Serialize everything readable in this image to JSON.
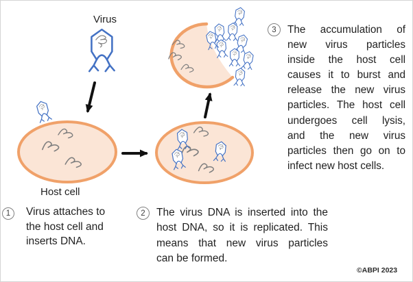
{
  "figure": {
    "virus_label": "Virus",
    "host_cell_label": "Host cell"
  },
  "steps": [
    {
      "number": "1",
      "text": "Virus attaches to the host cell and inserts DNA.",
      "lines": [
        "Virus attaches to",
        "the host cell and",
        "inserts DNA."
      ]
    },
    {
      "number": "2",
      "text": "The virus DNA is inserted into the host DNA, so it is replicated. This means that new virus particles can be formed.",
      "lines": [
        "The virus DNA is inserted into the",
        "host DNA, so it is replicated. This",
        "means that new virus particles",
        "can be formed."
      ]
    },
    {
      "number": "3",
      "text": "The accumulation of new virus particles inside the host cell causes it to burst and release the new virus particles. The host cell undergoes cell lysis, and the new virus particles then go on to infect new host cells.",
      "lines": [
        "The accumulation of",
        "new virus particles",
        "inside the host cell",
        "causes it to burst and",
        "release the new virus",
        "particles. The host cell",
        "undergoes cell lysis,",
        "and the new virus",
        "particles then go on to",
        "infect new host cells."
      ]
    }
  ],
  "copyright": "©ABPI 2023",
  "colors": {
    "virus_outline": "#4472C4",
    "cell_fill": "#FBE5D6",
    "cell_border": "#F0A169",
    "dna_scribble": "#7F7F7F",
    "arrow": "#111111",
    "step_circle_border": "#808080",
    "text": "#1F1F1F",
    "background": "#FFFFFF"
  }
}
